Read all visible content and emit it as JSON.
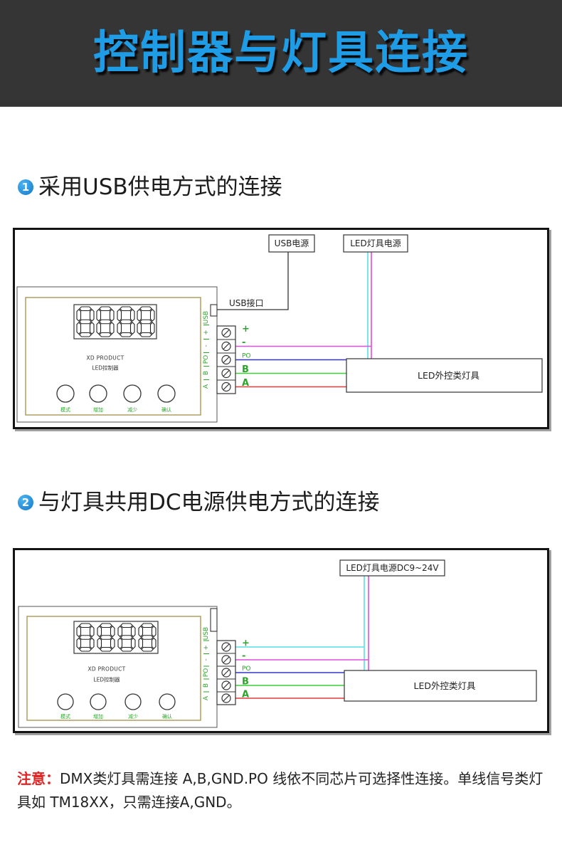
{
  "header": {
    "title": "控制器与灯具连接"
  },
  "colors": {
    "header_bg": "#353535",
    "title": "#1e9ce6",
    "note_label": "#e02424",
    "terminal_label": "#2aa52a",
    "faceplate_border": "#b4a46c"
  },
  "controller": {
    "display_value": "8888",
    "brand": "XD PRODUCT",
    "model": "LED控制器",
    "buttons": [
      "模式",
      "增加",
      "减少",
      "确认"
    ],
    "side_labels": [
      "A",
      "B",
      "PO",
      "-",
      "+",
      "USB"
    ]
  },
  "terminals": [
    "+",
    "-",
    "PO",
    "B",
    "A"
  ],
  "sections": [
    {
      "number": "1",
      "title": "采用USB供电方式的连接",
      "usb_power_label": "USB电源",
      "lamp_power_label": "LED灯具电源",
      "usb_port_label": "USB接口",
      "lamp_label": "LED外控类灯具",
      "power_leads": [
        "#56e0e6",
        "#e04ee0"
      ],
      "wires": [
        {
          "row": 1,
          "color": "#e04ee0",
          "lead": 1
        },
        {
          "row": 2,
          "color": "#3535c8",
          "lead": -1
        },
        {
          "row": 3,
          "color": "#3ccf3c",
          "lead": -1
        },
        {
          "row": 4,
          "color": "#e43a3a",
          "lead": -1
        }
      ]
    },
    {
      "number": "2",
      "title": "与灯具共用DC电源供电方式的连接",
      "lamp_power_label": "LED灯具电源DC9~24V",
      "lamp_label": "LED外控类灯具",
      "power_leads": [
        "#56e0e6",
        "#e04ee0"
      ],
      "wires": [
        {
          "row": 0,
          "color": "#56e0e6",
          "lead": 0
        },
        {
          "row": 1,
          "color": "#e04ee0",
          "lead": 1
        },
        {
          "row": 2,
          "color": "#3535c8",
          "lead": -1
        },
        {
          "row": 3,
          "color": "#3ccf3c",
          "lead": -1
        },
        {
          "row": 4,
          "color": "#e43a3a",
          "lead": -1
        }
      ]
    }
  ],
  "note": {
    "label": "注意：",
    "text": "DMX类灯具需连接 A,B,GND.PO 线依不同芯片可选择性连接。单线信号类灯具如 TM18XX，只需连接A,GND。"
  }
}
